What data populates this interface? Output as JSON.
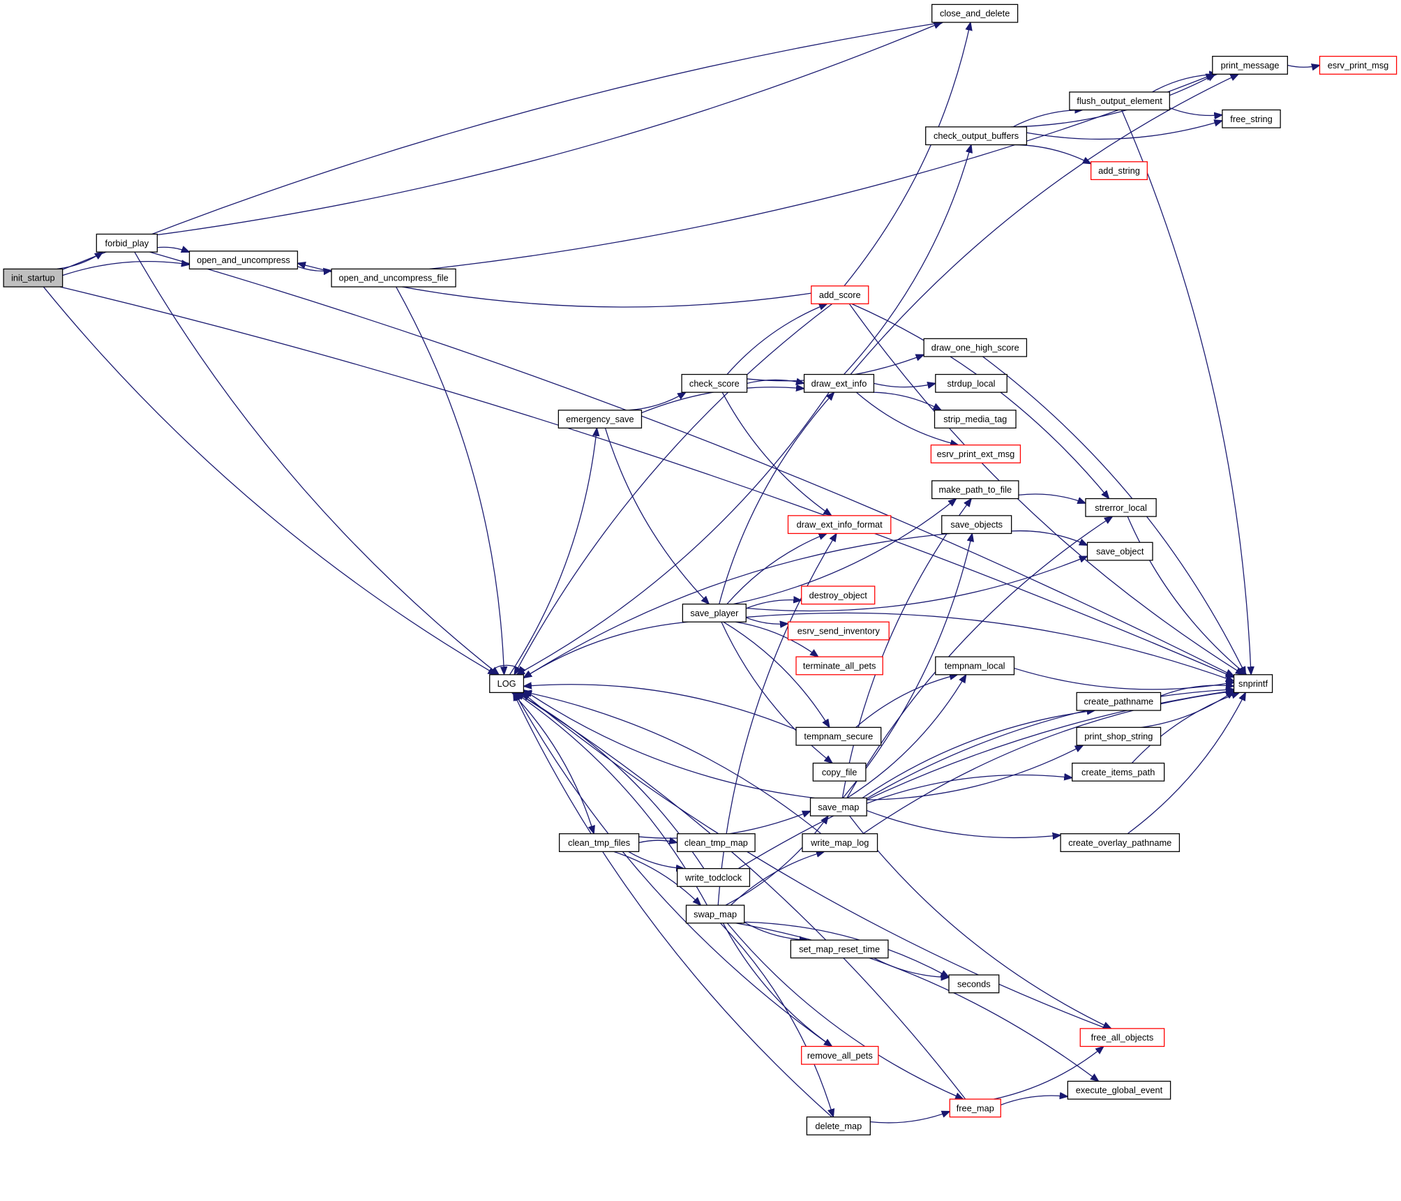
{
  "diagram": {
    "type": "call-graph",
    "colors": {
      "edge": "#191970",
      "node_border": "#000000",
      "external_border": "#ff0000",
      "root_fill": "#bfbfbf",
      "node_fill": "#ffffff"
    },
    "nodes": [
      {
        "id": "init_startup",
        "label": "init_startup",
        "kind": "root"
      },
      {
        "id": "forbid_play",
        "label": "forbid_play",
        "kind": "normal"
      },
      {
        "id": "open_and_uncompress",
        "label": "open_and_uncompress",
        "kind": "normal"
      },
      {
        "id": "open_and_uncompress_file",
        "label": "open_and_uncompress_file",
        "kind": "normal"
      },
      {
        "id": "close_and_delete",
        "label": "close_and_delete",
        "kind": "normal"
      },
      {
        "id": "LOG",
        "label": "LOG",
        "kind": "normal"
      },
      {
        "id": "print_message",
        "label": "print_message",
        "kind": "normal"
      },
      {
        "id": "esrv_print_msg",
        "label": "esrv_print_msg",
        "kind": "external"
      },
      {
        "id": "flush_output_element",
        "label": "flush_output_element",
        "kind": "normal"
      },
      {
        "id": "free_string",
        "label": "free_string",
        "kind": "normal"
      },
      {
        "id": "check_output_buffers",
        "label": "check_output_buffers",
        "kind": "normal"
      },
      {
        "id": "add_string",
        "label": "add_string",
        "kind": "external"
      },
      {
        "id": "add_score",
        "label": "add_score",
        "kind": "external"
      },
      {
        "id": "draw_one_high_score",
        "label": "draw_one_high_score",
        "kind": "normal"
      },
      {
        "id": "check_score",
        "label": "check_score",
        "kind": "normal"
      },
      {
        "id": "draw_ext_info",
        "label": "draw_ext_info",
        "kind": "normal"
      },
      {
        "id": "strdup_local",
        "label": "strdup_local",
        "kind": "normal"
      },
      {
        "id": "emergency_save",
        "label": "emergency_save",
        "kind": "normal"
      },
      {
        "id": "strip_media_tag",
        "label": "strip_media_tag",
        "kind": "normal"
      },
      {
        "id": "esrv_print_ext_msg",
        "label": "esrv_print_ext_msg",
        "kind": "external"
      },
      {
        "id": "make_path_to_file",
        "label": "make_path_to_file",
        "kind": "normal"
      },
      {
        "id": "strerror_local",
        "label": "strerror_local",
        "kind": "normal"
      },
      {
        "id": "draw_ext_info_format",
        "label": "draw_ext_info_format",
        "kind": "external"
      },
      {
        "id": "save_objects",
        "label": "save_objects",
        "kind": "normal"
      },
      {
        "id": "save_object",
        "label": "save_object",
        "kind": "normal"
      },
      {
        "id": "destroy_object",
        "label": "destroy_object",
        "kind": "external"
      },
      {
        "id": "save_player",
        "label": "save_player",
        "kind": "normal"
      },
      {
        "id": "esrv_send_inventory",
        "label": "esrv_send_inventory",
        "kind": "external"
      },
      {
        "id": "terminate_all_pets",
        "label": "terminate_all_pets",
        "kind": "external"
      },
      {
        "id": "tempnam_local",
        "label": "tempnam_local",
        "kind": "normal"
      },
      {
        "id": "snprintf",
        "label": "snprintf",
        "kind": "normal"
      },
      {
        "id": "create_pathname",
        "label": "create_pathname",
        "kind": "normal"
      },
      {
        "id": "tempnam_secure",
        "label": "tempnam_secure",
        "kind": "normal"
      },
      {
        "id": "print_shop_string",
        "label": "print_shop_string",
        "kind": "normal"
      },
      {
        "id": "copy_file",
        "label": "copy_file",
        "kind": "normal"
      },
      {
        "id": "create_items_path",
        "label": "create_items_path",
        "kind": "normal"
      },
      {
        "id": "save_map",
        "label": "save_map",
        "kind": "normal"
      },
      {
        "id": "clean_tmp_files",
        "label": "clean_tmp_files",
        "kind": "normal"
      },
      {
        "id": "clean_tmp_map",
        "label": "clean_tmp_map",
        "kind": "normal"
      },
      {
        "id": "write_map_log",
        "label": "write_map_log",
        "kind": "normal"
      },
      {
        "id": "create_overlay_pathname",
        "label": "create_overlay_pathname",
        "kind": "normal"
      },
      {
        "id": "write_todclock",
        "label": "write_todclock",
        "kind": "normal"
      },
      {
        "id": "swap_map",
        "label": "swap_map",
        "kind": "normal"
      },
      {
        "id": "set_map_reset_time",
        "label": "set_map_reset_time",
        "kind": "normal"
      },
      {
        "id": "seconds",
        "label": "seconds",
        "kind": "normal"
      },
      {
        "id": "free_all_objects",
        "label": "free_all_objects",
        "kind": "external"
      },
      {
        "id": "remove_all_pets",
        "label": "remove_all_pets",
        "kind": "external"
      },
      {
        "id": "execute_global_event",
        "label": "execute_global_event",
        "kind": "normal"
      },
      {
        "id": "free_map",
        "label": "free_map",
        "kind": "external"
      },
      {
        "id": "delete_map",
        "label": "delete_map",
        "kind": "normal"
      }
    ],
    "edges": [
      [
        "init_startup",
        "close_and_delete"
      ],
      [
        "init_startup",
        "forbid_play"
      ],
      [
        "init_startup",
        "open_and_uncompress"
      ],
      [
        "init_startup",
        "LOG"
      ],
      [
        "init_startup",
        "snprintf"
      ],
      [
        "forbid_play",
        "close_and_delete"
      ],
      [
        "forbid_play",
        "open_and_uncompress"
      ],
      [
        "forbid_play",
        "LOG"
      ],
      [
        "forbid_play",
        "snprintf"
      ],
      [
        "open_and_uncompress",
        "open_and_uncompress_file"
      ],
      [
        "open_and_uncompress_file",
        "LOG"
      ],
      [
        "open_and_uncompress_file",
        "print_message"
      ],
      [
        "LOG",
        "LOG"
      ],
      [
        "LOG",
        "emergency_save"
      ],
      [
        "LOG",
        "clean_tmp_files"
      ],
      [
        "print_message",
        "esrv_print_msg"
      ],
      [
        "flush_output_element",
        "print_message"
      ],
      [
        "flush_output_element",
        "free_string"
      ],
      [
        "flush_output_element",
        "snprintf"
      ],
      [
        "check_output_buffers",
        "print_message"
      ],
      [
        "check_output_buffers",
        "flush_output_element"
      ],
      [
        "check_output_buffers",
        "free_string"
      ],
      [
        "check_output_buffers",
        "add_string"
      ],
      [
        "add_score",
        "close_and_delete"
      ],
      [
        "add_score",
        "open_and_uncompress"
      ],
      [
        "add_score",
        "LOG"
      ],
      [
        "add_score",
        "strerror_local"
      ],
      [
        "add_score",
        "snprintf"
      ],
      [
        "check_score",
        "add_score"
      ],
      [
        "check_score",
        "draw_one_high_score"
      ],
      [
        "check_score",
        "draw_ext_info"
      ],
      [
        "check_score",
        "draw_ext_info_format"
      ],
      [
        "draw_one_high_score",
        "snprintf"
      ],
      [
        "draw_ext_info",
        "check_output_buffers"
      ],
      [
        "draw_ext_info",
        "LOG"
      ],
      [
        "draw_ext_info",
        "strdup_local"
      ],
      [
        "draw_ext_info",
        "strip_media_tag"
      ],
      [
        "draw_ext_info",
        "esrv_print_ext_msg"
      ],
      [
        "draw_ext_info",
        "print_message"
      ],
      [
        "emergency_save",
        "check_score"
      ],
      [
        "emergency_save",
        "draw_ext_info"
      ],
      [
        "emergency_save",
        "save_player"
      ],
      [
        "make_path_to_file",
        "strerror_local"
      ],
      [
        "strerror_local",
        "snprintf"
      ],
      [
        "save_objects",
        "save_object"
      ],
      [
        "save_objects",
        "LOG"
      ],
      [
        "save_player",
        "draw_ext_info"
      ],
      [
        "save_player",
        "make_path_to_file"
      ],
      [
        "save_player",
        "draw_ext_info_format"
      ],
      [
        "save_player",
        "save_object"
      ],
      [
        "save_player",
        "destroy_object"
      ],
      [
        "save_player",
        "esrv_send_inventory"
      ],
      [
        "save_player",
        "terminate_all_pets"
      ],
      [
        "save_player",
        "LOG"
      ],
      [
        "save_player",
        "tempnam_secure"
      ],
      [
        "save_player",
        "copy_file"
      ],
      [
        "save_player",
        "snprintf"
      ],
      [
        "tempnam_local",
        "snprintf"
      ],
      [
        "tempnam_secure",
        "tempnam_local"
      ],
      [
        "tempnam_secure",
        "LOG"
      ],
      [
        "create_pathname",
        "snprintf"
      ],
      [
        "print_shop_string",
        "snprintf"
      ],
      [
        "create_items_path",
        "snprintf"
      ],
      [
        "create_overlay_pathname",
        "snprintf"
      ],
      [
        "save_map",
        "make_path_to_file"
      ],
      [
        "save_map",
        "save_objects"
      ],
      [
        "save_map",
        "strerror_local"
      ],
      [
        "save_map",
        "tempnam_local"
      ],
      [
        "save_map",
        "create_pathname"
      ],
      [
        "save_map",
        "print_shop_string"
      ],
      [
        "save_map",
        "create_items_path"
      ],
      [
        "save_map",
        "create_overlay_pathname"
      ],
      [
        "save_map",
        "snprintf"
      ],
      [
        "save_map",
        "free_all_objects"
      ],
      [
        "save_map",
        "LOG"
      ],
      [
        "clean_tmp_files",
        "save_map"
      ],
      [
        "clean_tmp_files",
        "clean_tmp_map"
      ],
      [
        "clean_tmp_files",
        "write_todclock"
      ],
      [
        "clean_tmp_files",
        "swap_map"
      ],
      [
        "write_map_log",
        "LOG"
      ],
      [
        "write_map_log",
        "snprintf"
      ],
      [
        "write_todclock",
        "LOG"
      ],
      [
        "write_todclock",
        "snprintf"
      ],
      [
        "swap_map",
        "LOG"
      ],
      [
        "swap_map",
        "draw_ext_info_format"
      ],
      [
        "swap_map",
        "save_map"
      ],
      [
        "swap_map",
        "write_map_log"
      ],
      [
        "swap_map",
        "set_map_reset_time"
      ],
      [
        "swap_map",
        "seconds"
      ],
      [
        "swap_map",
        "remove_all_pets"
      ],
      [
        "swap_map",
        "delete_map"
      ],
      [
        "swap_map",
        "free_map"
      ],
      [
        "swap_map",
        "execute_global_event"
      ],
      [
        "set_map_reset_time",
        "seconds"
      ],
      [
        "remove_all_pets",
        "LOG"
      ],
      [
        "delete_map",
        "free_map"
      ],
      [
        "delete_map",
        "LOG"
      ],
      [
        "free_map",
        "free_all_objects"
      ],
      [
        "free_map",
        "execute_global_event"
      ],
      [
        "free_map",
        "LOG"
      ],
      [
        "free_all_objects",
        "LOG"
      ]
    ]
  }
}
